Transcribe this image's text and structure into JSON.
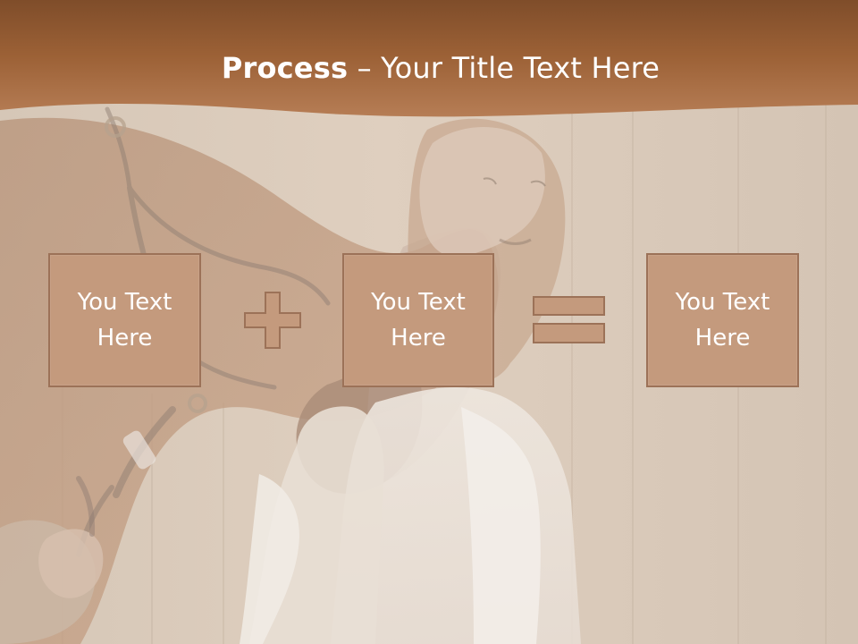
{
  "slide": {
    "title_bold": "Process",
    "title_rest": " – Your Title Text Here",
    "boxes": [
      {
        "text": "You Text Here"
      },
      {
        "text": "You Text Here"
      },
      {
        "text": "You Text Here"
      }
    ],
    "operators": [
      "plus-icon",
      "equals-icon"
    ],
    "colors": {
      "header": "#9c6136",
      "box_fill": "#c49a7d",
      "box_border": "#9c7258",
      "text": "#ffffff"
    }
  }
}
